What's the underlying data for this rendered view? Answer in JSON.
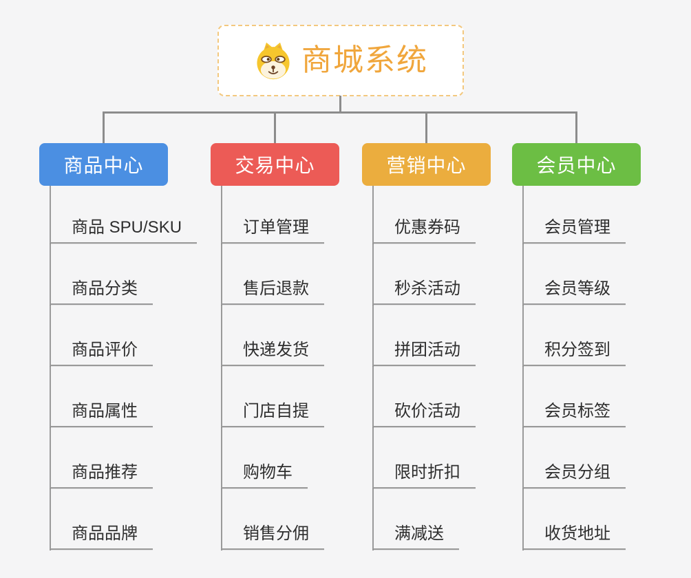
{
  "canvas": {
    "background": "#f5f5f6",
    "connector_color": "#8c8c8c"
  },
  "root": {
    "title": "商城系统",
    "icon": "dog-face-icon",
    "title_color": "#f0a63c",
    "border_color": "#f3c87e",
    "background": "#ffffff"
  },
  "items_style": {
    "text_color": "#2e2e2e",
    "underline_color": "#999999"
  },
  "branches": [
    {
      "label": "商品中心",
      "color": "#4b8fe2",
      "children": [
        "商品 SPU/SKU",
        "商品分类",
        "商品评价",
        "商品属性",
        "商品推荐",
        "商品品牌"
      ]
    },
    {
      "label": "交易中心",
      "color": "#ec5b56",
      "children": [
        "订单管理",
        "售后退款",
        "快递发货",
        "门店自提",
        "购物车",
        "销售分佣"
      ]
    },
    {
      "label": "营销中心",
      "color": "#ebad3e",
      "children": [
        "优惠券码",
        "秒杀活动",
        "拼团活动",
        "砍价活动",
        "限时折扣",
        "满减送"
      ]
    },
    {
      "label": "会员中心",
      "color": "#6cbe44",
      "children": [
        "会员管理",
        "会员等级",
        "积分签到",
        "会员标签",
        "会员分组",
        "收货地址"
      ]
    }
  ]
}
